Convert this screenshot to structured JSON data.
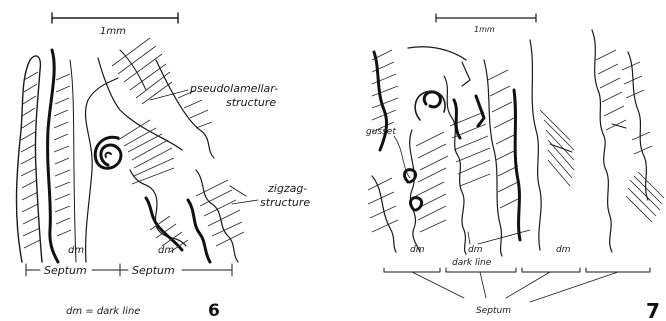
{
  "figure6": {
    "scale_label": "1mm",
    "label_pseudolamellar": "pseudolamellar-",
    "label_pseudolamellar_2": "structure",
    "label_zigzag": "zigzag-",
    "label_zigzag_2": "structure",
    "dm_left": "dm",
    "dm_right": "dm",
    "septum_left": "Septum",
    "septum_right": "Septum",
    "legend": "dm = dark line",
    "number": "6"
  },
  "figure7": {
    "scale_label": "1mm",
    "gusset_label": "gusset",
    "dm_1": "dm",
    "dm_2": "dm",
    "dm_3": "dm",
    "dark_line_label": "dark line",
    "septum_label": "Septum",
    "number": "7"
  },
  "colors": {
    "ink": "#1a1a1a",
    "background": "#ffffff"
  }
}
